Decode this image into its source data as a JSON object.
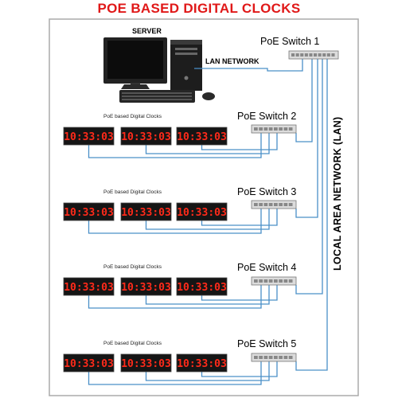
{
  "title": "POE BASED DIGITAL CLOCKS",
  "server_label": "SERVER",
  "lan_label": "LAN NETWORK",
  "vertical_label": "LOCAL AREA NETWORK (LAN)",
  "colors": {
    "title": "#e01818",
    "cable": "#4a90c8",
    "clock_digits": "#ff2a1a",
    "clock_body": "#151515",
    "frame": "#aaaaaa",
    "switch": "#dcdcdc"
  },
  "icons": [
    "monitor-icon",
    "computer-tower-icon",
    "keyboard-icon",
    "mouse-icon",
    "network-switch-icon",
    "digital-clock-icon"
  ],
  "switches": [
    {
      "label": "PoE Switch 1"
    },
    {
      "label": "PoE Switch 2",
      "caption": "PoE based Digital Clocks",
      "clocks": [
        "10:33:03",
        "10:33:03",
        "10:33:03"
      ]
    },
    {
      "label": "PoE Switch 3",
      "caption": "PoE based Digital Clocks",
      "clocks": [
        "10:33:03",
        "10:33:03",
        "10:33:03"
      ]
    },
    {
      "label": "PoE Switch 4",
      "caption": "PoE based Digital Clocks",
      "clocks": [
        "10:33:03",
        "10:33:03",
        "10:33:03"
      ]
    },
    {
      "label": "PoE Switch 5",
      "caption": "PoE based Digital Clocks",
      "clocks": [
        "10:33:03",
        "10:33:03",
        "10:33:03"
      ]
    }
  ]
}
